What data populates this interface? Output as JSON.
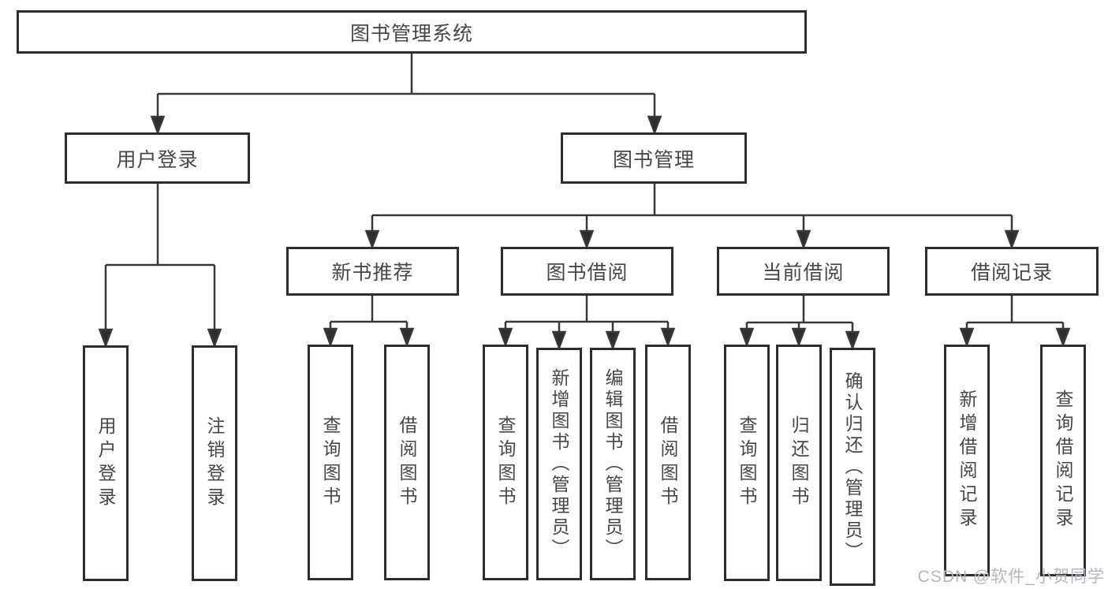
{
  "tree": {
    "root": {
      "label": "图书管理系统"
    },
    "children": [
      {
        "label": "用户登录",
        "children": [
          {
            "label": "用户登录"
          },
          {
            "label": "注销登录"
          }
        ]
      },
      {
        "label": "图书管理",
        "children": [
          {
            "label": "新书推荐",
            "children": [
              {
                "label": "查询图书"
              },
              {
                "label": "借阅图书"
              }
            ]
          },
          {
            "label": "图书借阅",
            "children": [
              {
                "label": "查询图书"
              },
              {
                "label": "新增图书（管理员）"
              },
              {
                "label": "编辑图书（管理员）"
              },
              {
                "label": "借阅图书"
              }
            ]
          },
          {
            "label": "当前借阅",
            "children": [
              {
                "label": "查询图书"
              },
              {
                "label": "归还图书"
              },
              {
                "label": "确认归还（管理员）"
              }
            ]
          },
          {
            "label": "借阅记录",
            "children": [
              {
                "label": "新增借阅记录"
              },
              {
                "label": "查询借阅记录"
              }
            ]
          }
        ]
      }
    ]
  },
  "watermark": {
    "text": "CSDN @软件_小贺同学"
  },
  "colors": {
    "box_border": "#2e2e2e",
    "connector_line": "#383838",
    "node_text": "#474747",
    "watermark_text": "#b4b7be",
    "background": "#ffffff"
  }
}
